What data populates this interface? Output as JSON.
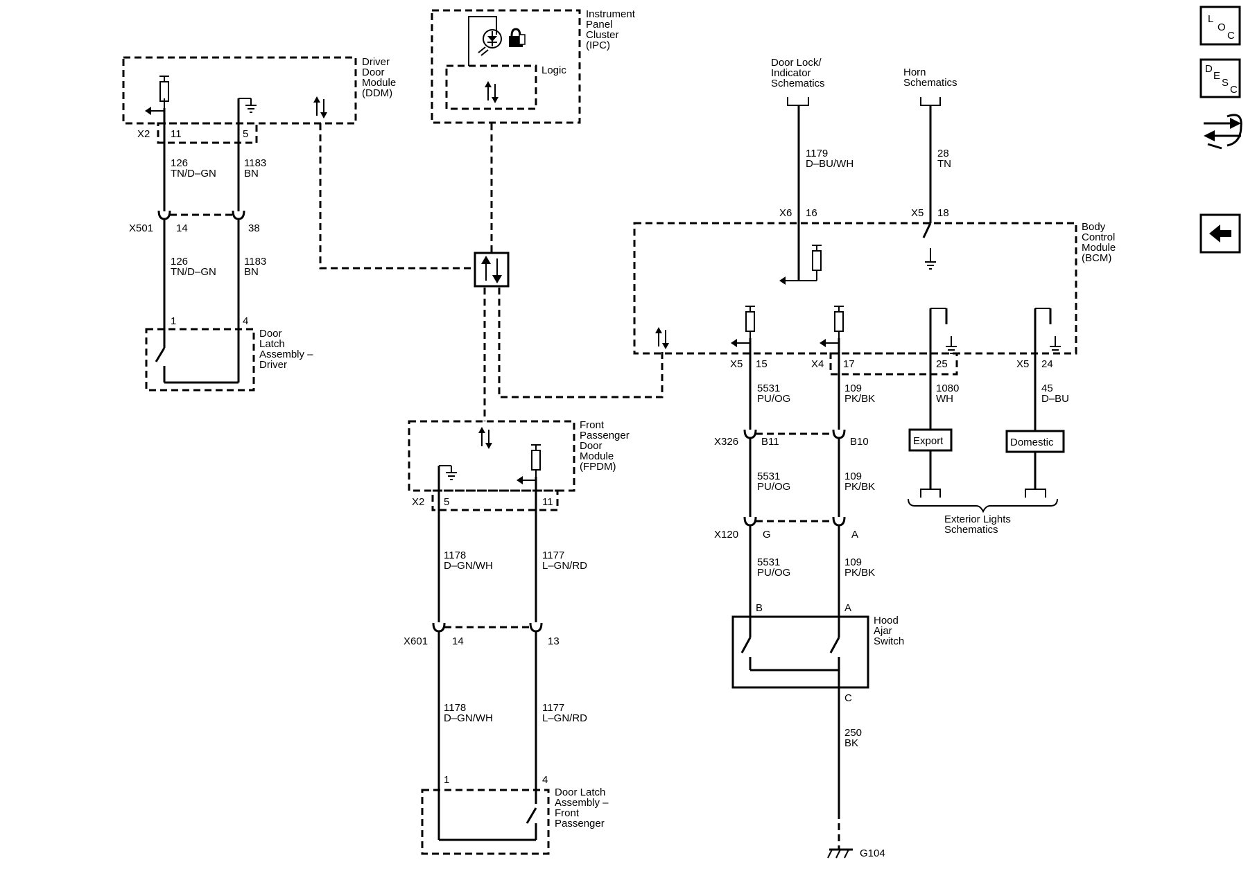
{
  "modules": {
    "ddm": "Driver\nDoor\nModule\n(DDM)",
    "ipc": "Instrument\nPanel\nCluster\n(IPC)",
    "ipc_logic": "Logic",
    "fpdm": "Front\nPassenger\nDoor\nModule\n(FPDM)",
    "bcm": "Body\nControl\nModule\n(BCM)",
    "door_latch_driver": "Door\nLatch\nAssembly –\nDriver",
    "door_latch_passenger": "Door Latch\nAssembly –\nFront\nPassenger",
    "hood_switch": "Hood\nAjar\nSwitch",
    "door_lock_ref": "Door Lock/\nIndicator\nSchematics",
    "horn_ref": "Horn\nSchematics",
    "ext_lights_ref": "Exterior Lights\nSchematics",
    "export": "Export",
    "domestic": "Domestic",
    "ground": "G104"
  },
  "connectors": {
    "x2": "X2",
    "x501": "X501",
    "x601": "X601",
    "x6": "X6",
    "x5": "X5",
    "x4": "X4",
    "x326": "X326",
    "x120": "X120"
  },
  "pins": {
    "ddm_11": "11",
    "ddm_5": "5",
    "x501_14": "14",
    "x501_38": "38",
    "dl_drv_1": "1",
    "dl_drv_4": "4",
    "fpdm_5": "5",
    "fpdm_11": "11",
    "x601_14": "14",
    "x601_13": "13",
    "dl_pass_1": "1",
    "dl_pass_4": "4",
    "x6_16": "16",
    "x5_18": "18",
    "x5_15": "15",
    "x4_17": "17",
    "x_25": "25",
    "x5_24": "24",
    "x326_b11": "B11",
    "x326_b10": "B10",
    "x120_g": "G",
    "x120_a": "A",
    "hood_b": "B",
    "hood_a": "A",
    "hood_c": "C"
  },
  "wires": {
    "w126": "126\nTN/D–GN",
    "w1183": "1183\nBN",
    "w1178": "1178\nD–GN/WH",
    "w1177": "1177\nL–GN/RD",
    "w1179": "1179\nD–BU/WH",
    "w28": "28\nTN",
    "w5531": "5531\nPU/OG",
    "w109": "109\nPK/BK",
    "w1080": "1080\nWH",
    "w45": "45\nD–BU",
    "w250": "250\nBK"
  },
  "nav": {
    "loc": [
      "L",
      "O",
      "C"
    ],
    "desc": [
      "D",
      "E",
      "S",
      "C"
    ],
    "connector_icon": "connector-end-view-icon",
    "back_icon": "back-arrow-icon"
  }
}
